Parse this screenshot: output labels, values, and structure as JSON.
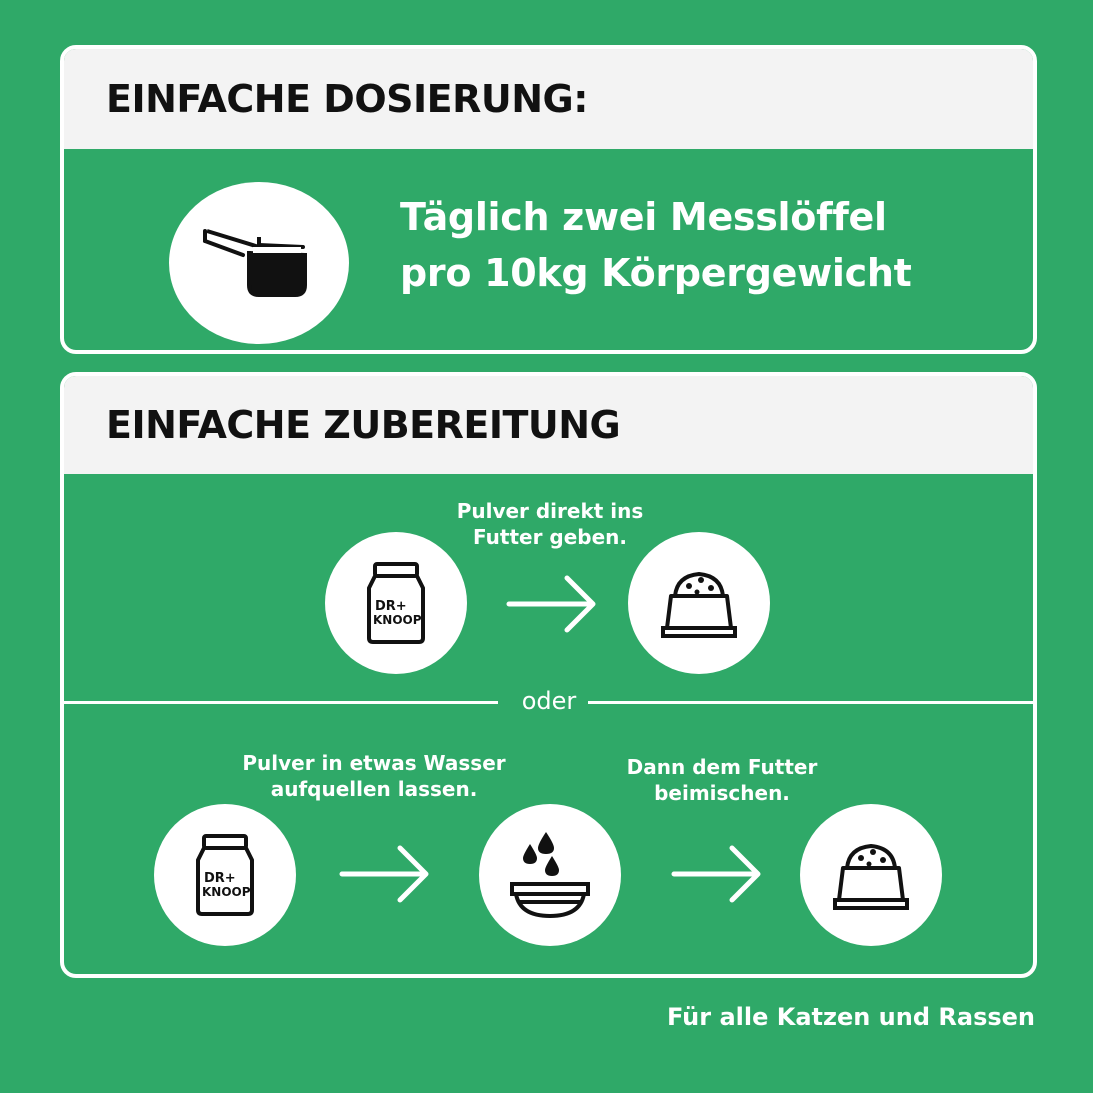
{
  "dosing": {
    "title": "EINFACHE DOSIERUNG:",
    "line1": "Täglich zwei Messlöffel",
    "line2": "pro 10kg Körpergewicht",
    "icon": "measuring-scoop-icon"
  },
  "preparation": {
    "title": "EINFACHE ZUBEREITUNG",
    "option1": {
      "caption_line1": "Pulver direkt ins",
      "caption_line2": "Futter geben.",
      "icons": [
        "product-bag-icon",
        "arrow-right-icon",
        "food-bowl-icon"
      ]
    },
    "divider_label": "oder",
    "option2": {
      "caption1_line1": "Pulver in etwas Wasser",
      "caption1_line2": "aufquellen lassen.",
      "caption2_line1": "Dann dem Futter",
      "caption2_line2": "beimischen.",
      "icons": [
        "product-bag-icon",
        "arrow-right-icon",
        "water-bowl-icon",
        "arrow-right-icon",
        "food-bowl-icon"
      ]
    }
  },
  "brand": {
    "bag_label_line1": "DR+",
    "bag_label_line2": "KNOOP"
  },
  "footer": {
    "note": "Für alle Katzen und Rassen"
  },
  "colors": {
    "background": "#2fa968",
    "header": "#f3f3f3",
    "icon_circle": "#ffffff",
    "text_dark": "#111111",
    "text_light": "#ffffff"
  }
}
